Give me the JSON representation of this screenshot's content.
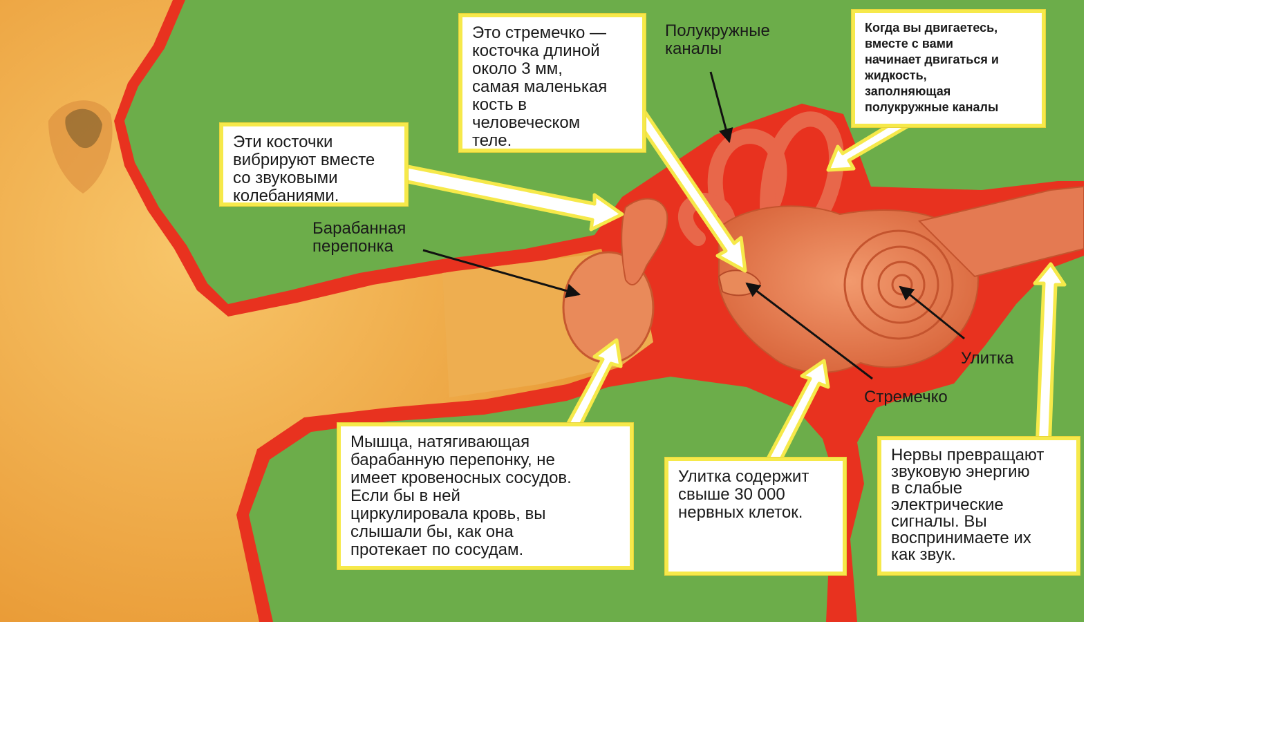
{
  "callouts": {
    "ossicles": "Эти косточки\nвибрируют вместе\nсо звуковыми\nколебаниями.",
    "stirrup_fact": "Это стремечко —\nкосточка длиной\nоколо 3 мм,\nсамая маленькая\nкость в\nчеловеческом\nтеле.",
    "canal_fluid": "Когда вы двигаетесь,\nвместе с вами\nначинает двигаться и\nжидкость,\nзаполняющая\nполукружные каналы",
    "muscle": "Мышца, натягивающая\nбарабанную перепонку, не\nимеет кровеносных сосудов.\nЕсли бы в ней\nциркулировала кровь, вы\nслышали бы, как она\nпротекает по сосудам.",
    "cochlea_cells": "Улитка содержит\nсвыше 30 000\nнервных клеток.",
    "nerves": "Нервы превращают\nзвуковую энергию\nв слабые\nэлектрические\nсигналы. Вы\nвоспринимаете их\nкак звук."
  },
  "labels": {
    "eardrum": "Барабанная\nперепонка",
    "semicircular": "Полукружные\nканалы",
    "cochlea": "Улитка",
    "stirrup": "Стремечко"
  },
  "colors": {
    "background": "#6cad4a",
    "outline": "#e8321f",
    "skin": "#f3b24c",
    "inner_ear": "#e8794f",
    "callout_border": "#f6e94a"
  }
}
